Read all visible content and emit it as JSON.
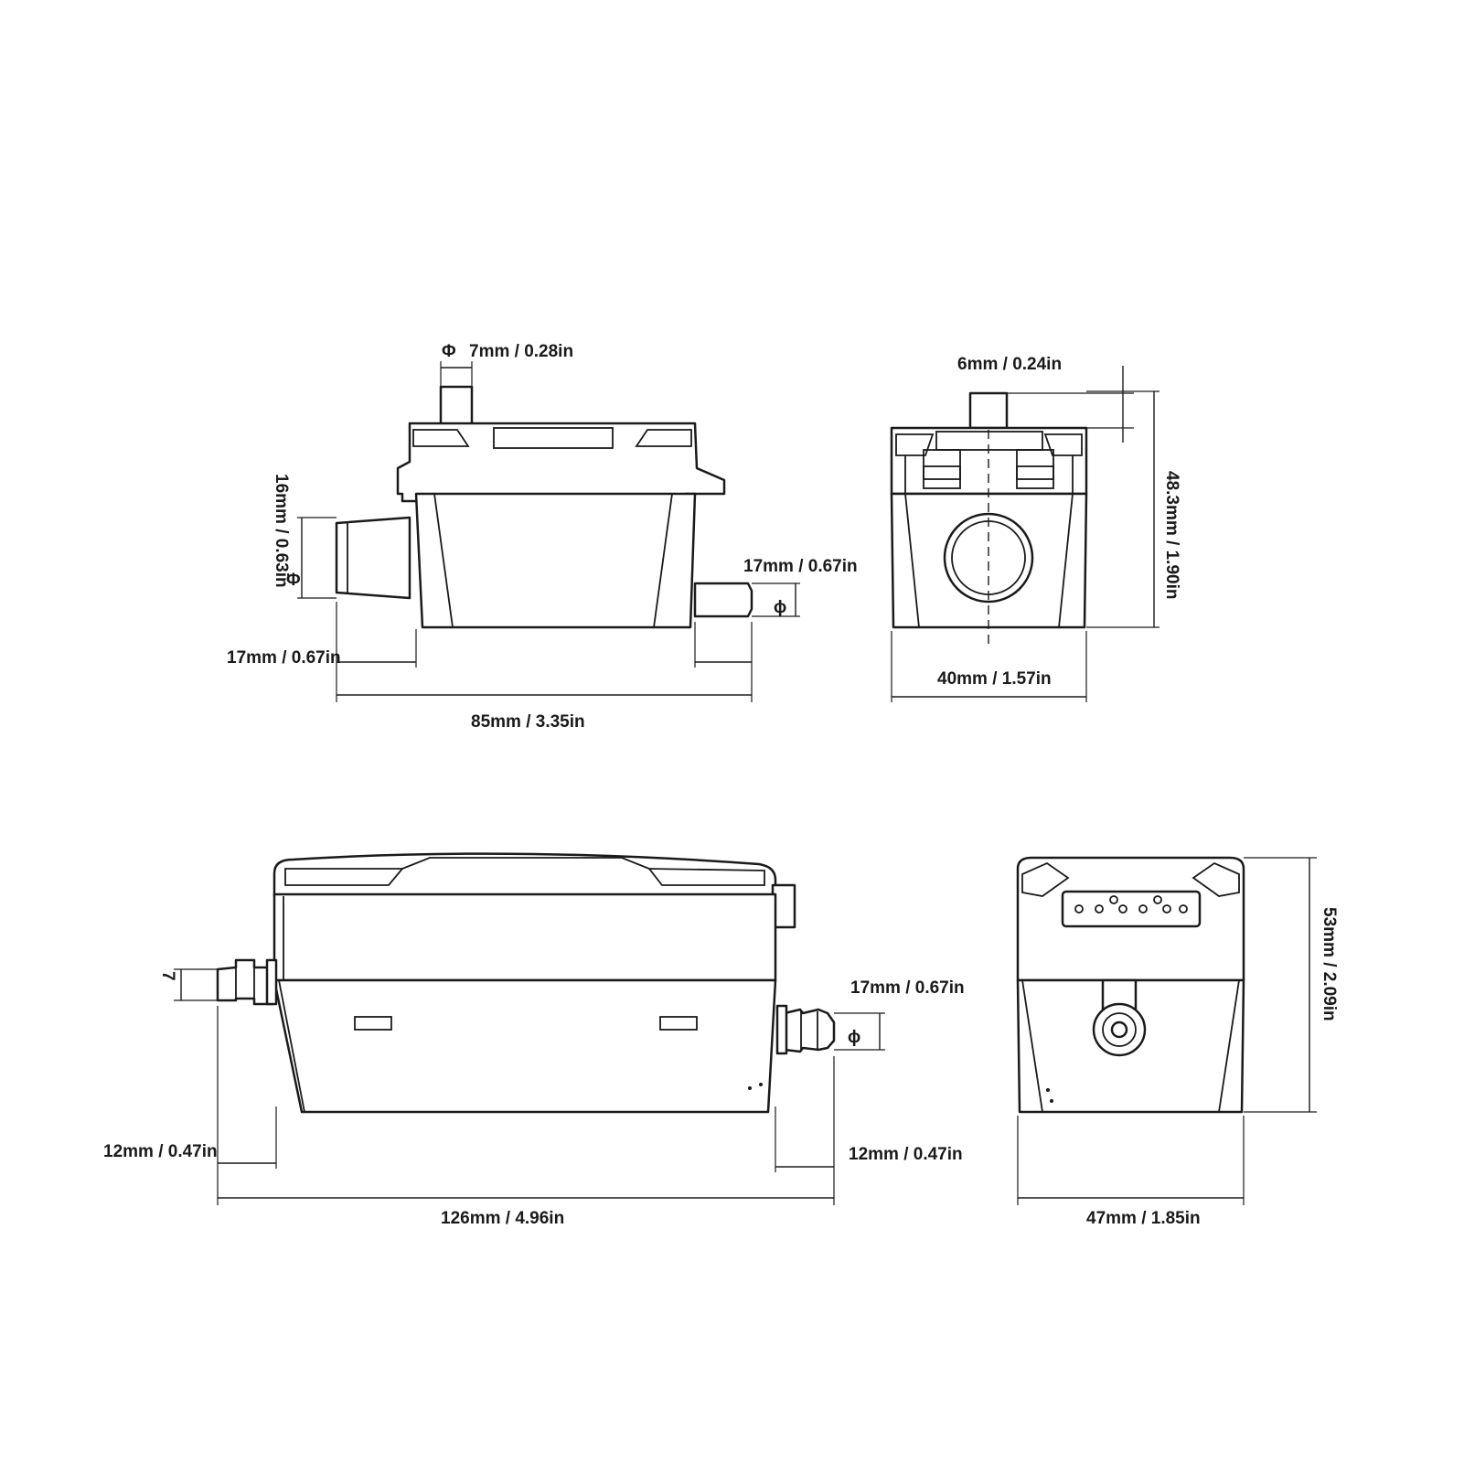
{
  "figure": {
    "views": {
      "top_left": {
        "dims": {
          "pipe_dia": "7mm / 0.28in",
          "inlet_dia": "16mm / 0.63in",
          "outlet_dia": "17mm / 0.67in",
          "inlet_len": "17mm / 0.67in",
          "overall_len": "85mm / 3.35in"
        }
      },
      "top_right": {
        "dims": {
          "pipe_len": "6mm / 0.24in",
          "height": "48.3mm / 1.90in",
          "width": "40mm / 1.57in"
        }
      },
      "bottom_left": {
        "dims": {
          "inlet_dia": "7",
          "outlet_dia": "17mm / 0.67in",
          "left_len": "12mm / 0.47in",
          "right_len": "12mm / 0.47in",
          "overall_len": "126mm / 4.96in"
        }
      },
      "bottom_right": {
        "dims": {
          "height": "53mm / 2.09in",
          "width": "47mm / 1.85in"
        }
      }
    },
    "symbols": {
      "diameter": "Φ",
      "diameter_small": "ϕ"
    },
    "colors": {
      "line": "#1a1a1a",
      "background": "#ffffff"
    }
  }
}
